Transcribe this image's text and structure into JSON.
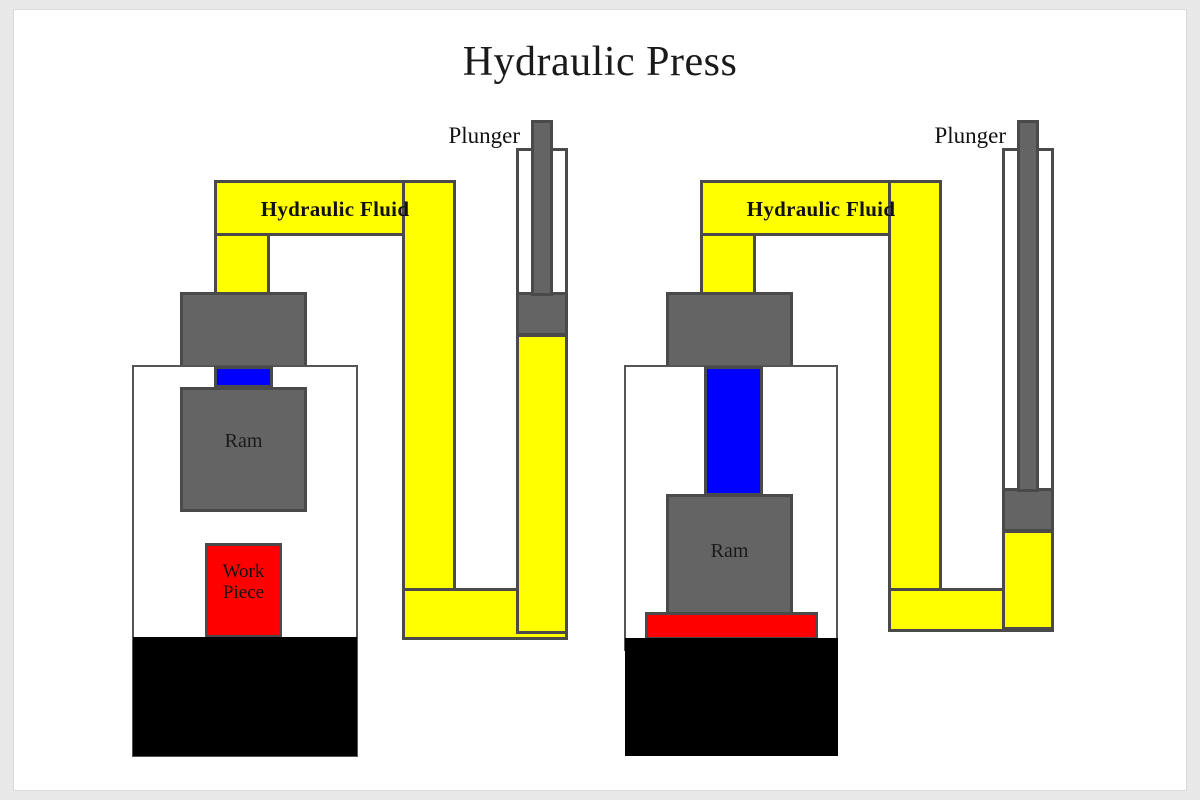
{
  "page": {
    "title": "Hydraulic Press",
    "background_color": "#e8e8e8",
    "paper_color": "#ffffff"
  },
  "colors": {
    "hydraulic_fluid": "#ffff00",
    "metal_gray": "#646464",
    "piston_rod": "#0000ff",
    "work_piece": "#ff0000",
    "base": "#000000",
    "outline": "#4a4a4a"
  },
  "diagrams": [
    {
      "id": "before-press",
      "state": "unpressed",
      "labels": {
        "fluid": "Hydraulic Fluid",
        "plunger": "Plunger",
        "ram": "Ram",
        "work_piece": "Work\nPiece"
      }
    },
    {
      "id": "after-press",
      "state": "pressed",
      "labels": {
        "fluid": "Hydraulic Fluid",
        "plunger": "Plunger",
        "ram": "Ram",
        "work_piece": ""
      }
    }
  ]
}
